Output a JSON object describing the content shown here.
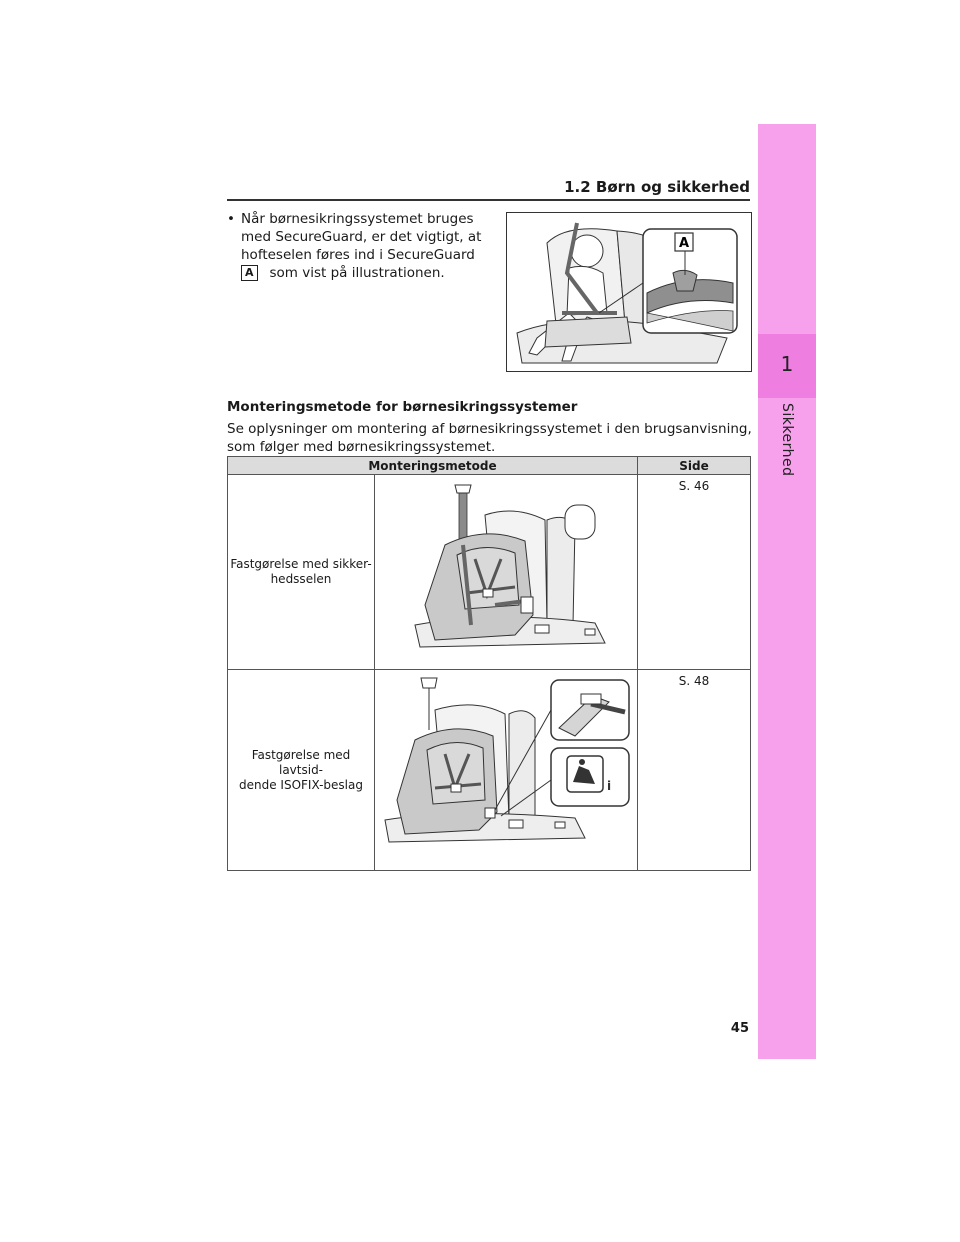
{
  "side_tab": {
    "number": "1",
    "label": "Sikkerhed"
  },
  "header": {
    "chapter_title": "1.2  Børn og sikkerhed"
  },
  "bullet": {
    "lines": [
      "Når børnesikringssystemet bruges",
      "med SecureGuard, er det vigtigt, at",
      "hofteselen føres ind i SecureGuard",
      "som vist på illustrationen."
    ],
    "badge": "A"
  },
  "figure_top": {
    "callout": "A"
  },
  "section": {
    "title": "Monteringsmetode for børnesikringssystemer",
    "description": "Se oplysninger om montering af børnesikringssystemet i den brugsanvisning, som følger med børnesikringssystemet."
  },
  "table": {
    "headers": {
      "method": "Monteringsmetode",
      "page": "Side"
    },
    "rows": [
      {
        "method_line1": "Fastgørelse med sikker-",
        "method_line2": "hedsselen",
        "page": "S. 46"
      },
      {
        "method_line1": "Fastgørelse med lavtsid-",
        "method_line2": "dende ISOFIX-beslag",
        "page": "S. 48"
      }
    ]
  },
  "page_number": "45"
}
